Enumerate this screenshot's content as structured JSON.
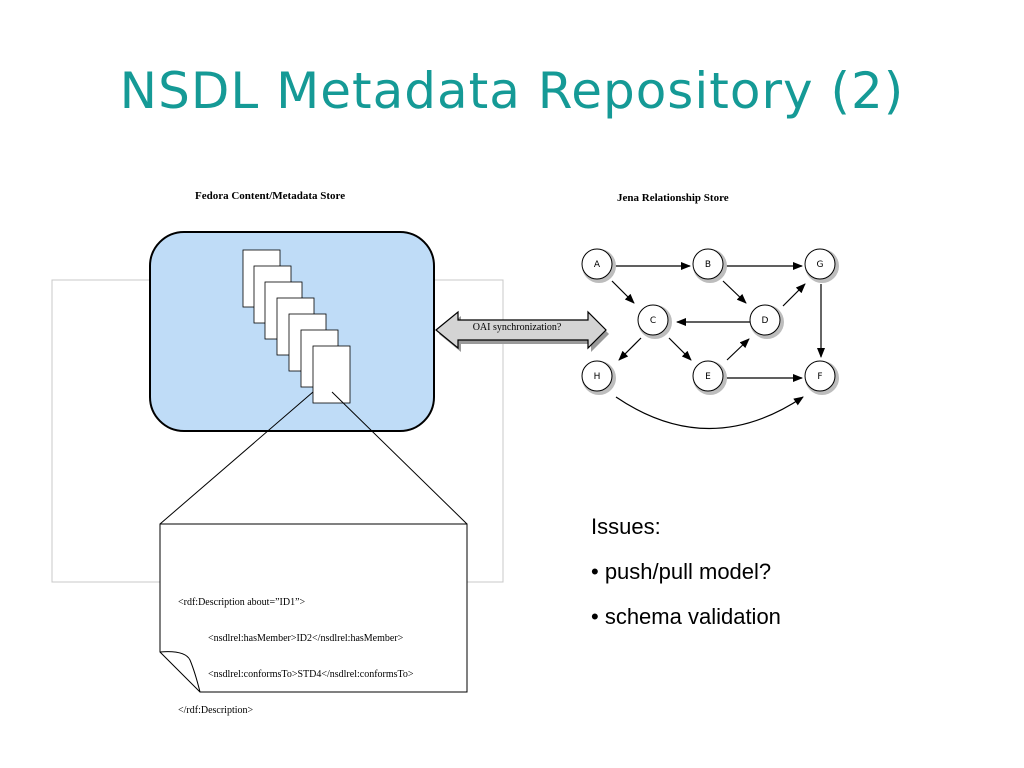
{
  "title": "NSDL Metadata Repository (2)",
  "fedora": {
    "caption": "Fedora Content/Metadata Store"
  },
  "jena": {
    "caption": "Jena Relationship Store",
    "nodes": [
      "A",
      "B",
      "G",
      "C",
      "D",
      "H",
      "E",
      "F"
    ]
  },
  "sync": {
    "label": "OAI synchronization?"
  },
  "rdf": {
    "line1": "<rdf:Description about=”ID1”>",
    "line2": "            <nsdlrel:hasMember>ID2</nsdlrel:hasMember>",
    "line3": "            <nsdlrel:conformsTo>STD4</nsdlrel:conformsTo>",
    "line4": "</rdf:Description>"
  },
  "issues": {
    "heading": "Issues:",
    "items": [
      "• push/pull model?",
      "• schema validation"
    ]
  },
  "colors": {
    "title": "#159a96",
    "store_fill": "#bfdcf7",
    "arrow_fill": "#b7b7b7"
  }
}
